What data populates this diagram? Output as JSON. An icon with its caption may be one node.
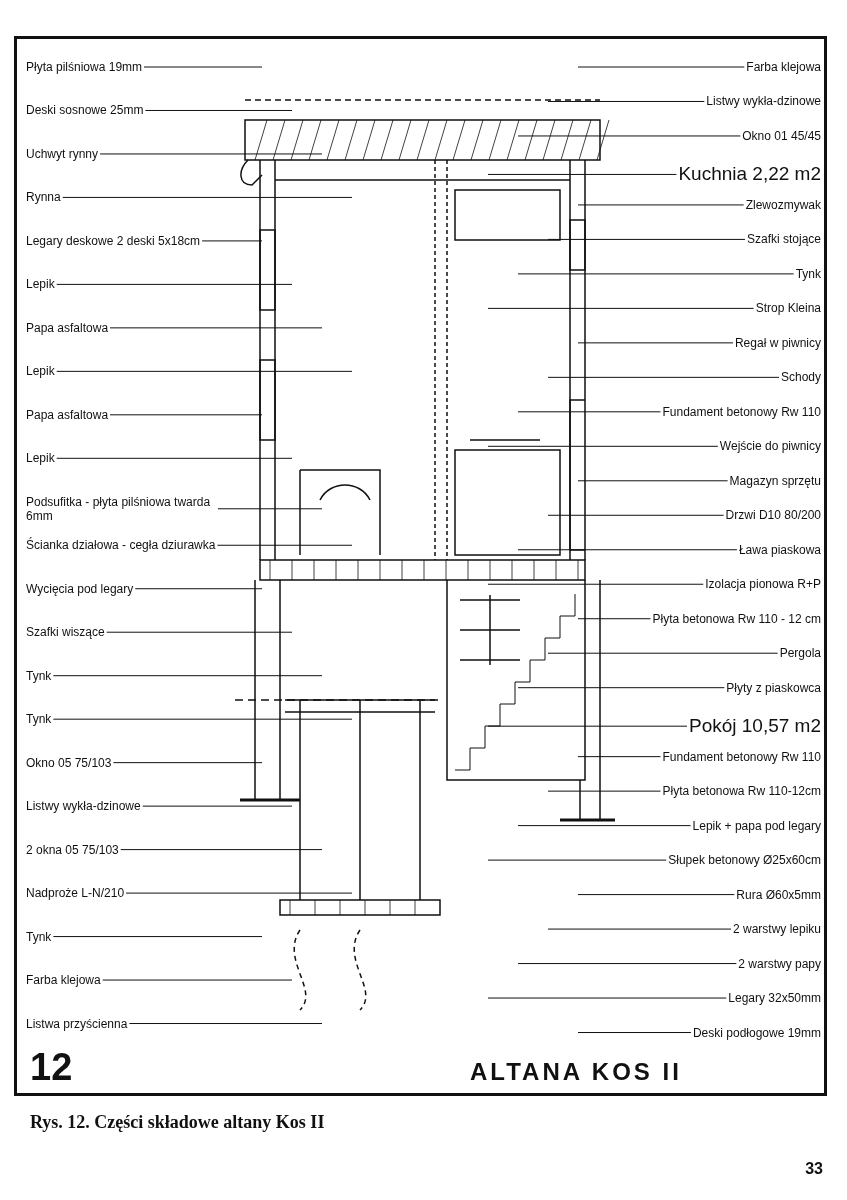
{
  "diagram": {
    "title": "ALTANA KOS II",
    "caption": "Rys. 12. Części składowe altany Kos II",
    "nodes": [
      {
        "text": [
          "Płyta pilśniowa 19mm"
        ]
      },
      {
        "text": [
          "Deski sosnowe 25mm"
        ]
      },
      {
        "text": [
          "Uchwyt rynny"
        ]
      },
      {
        "text": [
          "Rynna"
        ]
      },
      {
        "text": [
          "Legary deskowe 2 deski 5x18cm"
        ]
      },
      {
        "text": [
          "Lepik"
        ]
      },
      {
        "text": [
          "Papa asfaltowa"
        ]
      },
      {
        "text": [
          "Lepik"
        ]
      },
      {
        "text": [
          "Papa asfaltowa"
        ]
      },
      {
        "text": [
          "Lepik"
        ]
      },
      {
        "text": [
          "Podsufitka - płyta pilśniowa twarda 6mm"
        ]
      },
      {
        "text": [
          "Ścianka działowa - cegła dziurawka"
        ]
      },
      {
        "text": [
          "Wycięcia pod legary"
        ]
      },
      {
        "text": [
          "Szafki wiszące"
        ]
      },
      {
        "text": [
          "Tynk"
        ]
      },
      {
        "text": [
          "Farba klejowa"
        ]
      },
      {
        "text": [
          "Listwy wykła-dzinowe"
        ]
      },
      {
        "text": [
          "Okno 01 45/45"
        ]
      },
      {
        "text": [
          "Kuchnia 2,22 m2"
        ]
      },
      {
        "text": [
          "Zlewozmywak"
        ]
      },
      {
        "text": [
          "Szafki stojące"
        ]
      },
      {
        "text": [
          "Tynk"
        ]
      },
      {
        "text": [
          "Strop Kleina"
        ]
      },
      {
        "text": [
          "Regał w piwnicy"
        ]
      },
      {
        "text": [
          "Schody"
        ]
      },
      {
        "text": [
          "Fundament betonowy Rw 110"
        ]
      },
      {
        "text": [
          "Wejście do piwnicy"
        ]
      },
      {
        "text": [
          "Magazyn sprzętu"
        ]
      },
      {
        "text": [
          "Drzwi D10 80/200"
        ]
      },
      {
        "text": [
          "Ława piaskowa"
        ]
      },
      {
        "text": [
          "Izolacja pionowa R+P"
        ]
      },
      {
        "text": [
          "Płyta betonowa Rw 110 - 12 cm"
        ]
      },
      {
        "text": [
          "Pergola"
        ]
      },
      {
        "text": [
          "Płyty z piaskowca"
        ]
      },
      {
        "text": [
          "Pokój 10,57 m2"
        ]
      },
      {
        "text": [
          "Fundament betonowy Rw 110"
        ]
      },
      {
        "text": [
          "Płyta betonowa Rw 110-12cm"
        ]
      },
      {
        "text": [
          "Lepik + papa pod legary"
        ]
      },
      {
        "text": [
          "Słupek betonowy Ø25x60cm"
        ]
      },
      {
        "text": [
          "Rura Ø60x5mm"
        ]
      },
      {
        "text": [
          "2 warstwy lepiku"
        ]
      },
      {
        "text": [
          "2 warstwy papy"
        ]
      },
      {
        "text": [
          "Legary 32x50mm"
        ]
      },
      {
        "text": [
          "Deski podłogowe 19mm"
        ]
      },
      {
        "text": [
          "Listwa przyścienna"
        ]
      },
      {
        "text": [
          "Farba klejowa"
        ]
      },
      {
        "text": [
          "Tynk"
        ]
      },
      {
        "text": [
          "Nadproże L-N/210"
        ]
      },
      {
        "text": [
          "2 okna 05 75/103"
        ]
      },
      {
        "text": [
          "Listwy wykła-dzinowe"
        ]
      },
      {
        "text": [
          "Okno 05 75/103"
        ]
      },
      {
        "text": [
          "Tynk"
        ]
      }
    ],
    "edges": [
      {
        "from": 0,
        "to": null,
        "arrow": "none"
      },
      {
        "from": 1,
        "to": null,
        "arrow": "none"
      },
      {
        "from": 2,
        "to": null,
        "arrow": "none"
      },
      {
        "from": 3,
        "to": null,
        "arrow": "none"
      },
      {
        "from": 4,
        "to": null,
        "arrow": "none"
      },
      {
        "from": 5,
        "to": null,
        "arrow": "none"
      },
      {
        "from": 6,
        "to": null,
        "arrow": "none"
      },
      {
        "from": 7,
        "to": null,
        "arrow": "none"
      },
      {
        "from": 8,
        "to": null,
        "arrow": "none"
      },
      {
        "from": 9,
        "to": null,
        "arrow": "none"
      },
      {
        "from": 10,
        "to": null,
        "arrow": "none"
      },
      {
        "from": 11,
        "to": null,
        "arrow": "none"
      },
      {
        "from": 12,
        "to": null,
        "arrow": "none"
      },
      {
        "from": 13,
        "to": null,
        "arrow": "none"
      },
      {
        "from": 14,
        "to": null,
        "arrow": "none"
      },
      {
        "from": 15,
        "to": null,
        "arrow": "none"
      },
      {
        "from": 16,
        "to": null,
        "arrow": "none"
      },
      {
        "from": 17,
        "to": null,
        "arrow": "none"
      },
      {
        "from": 18,
        "to": null,
        "arrow": "none"
      },
      {
        "from": 19,
        "to": null,
        "arrow": "none"
      },
      {
        "from": 20,
        "to": null,
        "arrow": "none"
      },
      {
        "from": 21,
        "to": null,
        "arrow": "none"
      },
      {
        "from": 22,
        "to": null,
        "arrow": "none"
      },
      {
        "from": 23,
        "to": null,
        "arrow": "none"
      },
      {
        "from": 24,
        "to": null,
        "arrow": "none"
      },
      {
        "from": 25,
        "to": null,
        "arrow": "none"
      },
      {
        "from": 26,
        "to": null,
        "arrow": "none"
      },
      {
        "from": 27,
        "to": null,
        "arrow": "none"
      },
      {
        "from": 28,
        "to": null,
        "arrow": "none"
      },
      {
        "from": 29,
        "to": null,
        "arrow": "none"
      },
      {
        "from": 30,
        "to": null,
        "arrow": "none"
      },
      {
        "from": 31,
        "to": null,
        "arrow": "none"
      },
      {
        "from": 32,
        "to": null,
        "arrow": "none"
      },
      {
        "from": 33,
        "to": null,
        "arrow": "none"
      },
      {
        "from": 34,
        "to": null,
        "arrow": "none"
      },
      {
        "from": 35,
        "to": null,
        "arrow": "none"
      },
      {
        "from": 36,
        "to": null,
        "arrow": "none"
      },
      {
        "from": 37,
        "to": null,
        "arrow": "none"
      },
      {
        "from": 38,
        "to": null,
        "arrow": "none"
      },
      {
        "from": 39,
        "to": null,
        "arrow": "none"
      },
      {
        "from": 40,
        "to": null,
        "arrow": "none"
      },
      {
        "from": 41,
        "to": null,
        "arrow": "none"
      },
      {
        "from": 42,
        "to": null,
        "arrow": "none"
      },
      {
        "from": 43,
        "to": null,
        "arrow": "none"
      },
      {
        "from": 44,
        "to": null,
        "arrow": "none"
      },
      {
        "from": 45,
        "to": null,
        "arrow": "none"
      },
      {
        "from": 46,
        "to": null,
        "arrow": "none"
      },
      {
        "from": 47,
        "to": null,
        "arrow": "none"
      },
      {
        "from": 48,
        "to": null,
        "arrow": "none"
      },
      {
        "from": 49,
        "to": null,
        "arrow": "none"
      },
      {
        "from": 50,
        "to": null,
        "arrow": "none"
      },
      {
        "from": 51,
        "to": null,
        "arrow": "none"
      }
    ],
    "labels": [
      "12",
      "33"
    ]
  }
}
